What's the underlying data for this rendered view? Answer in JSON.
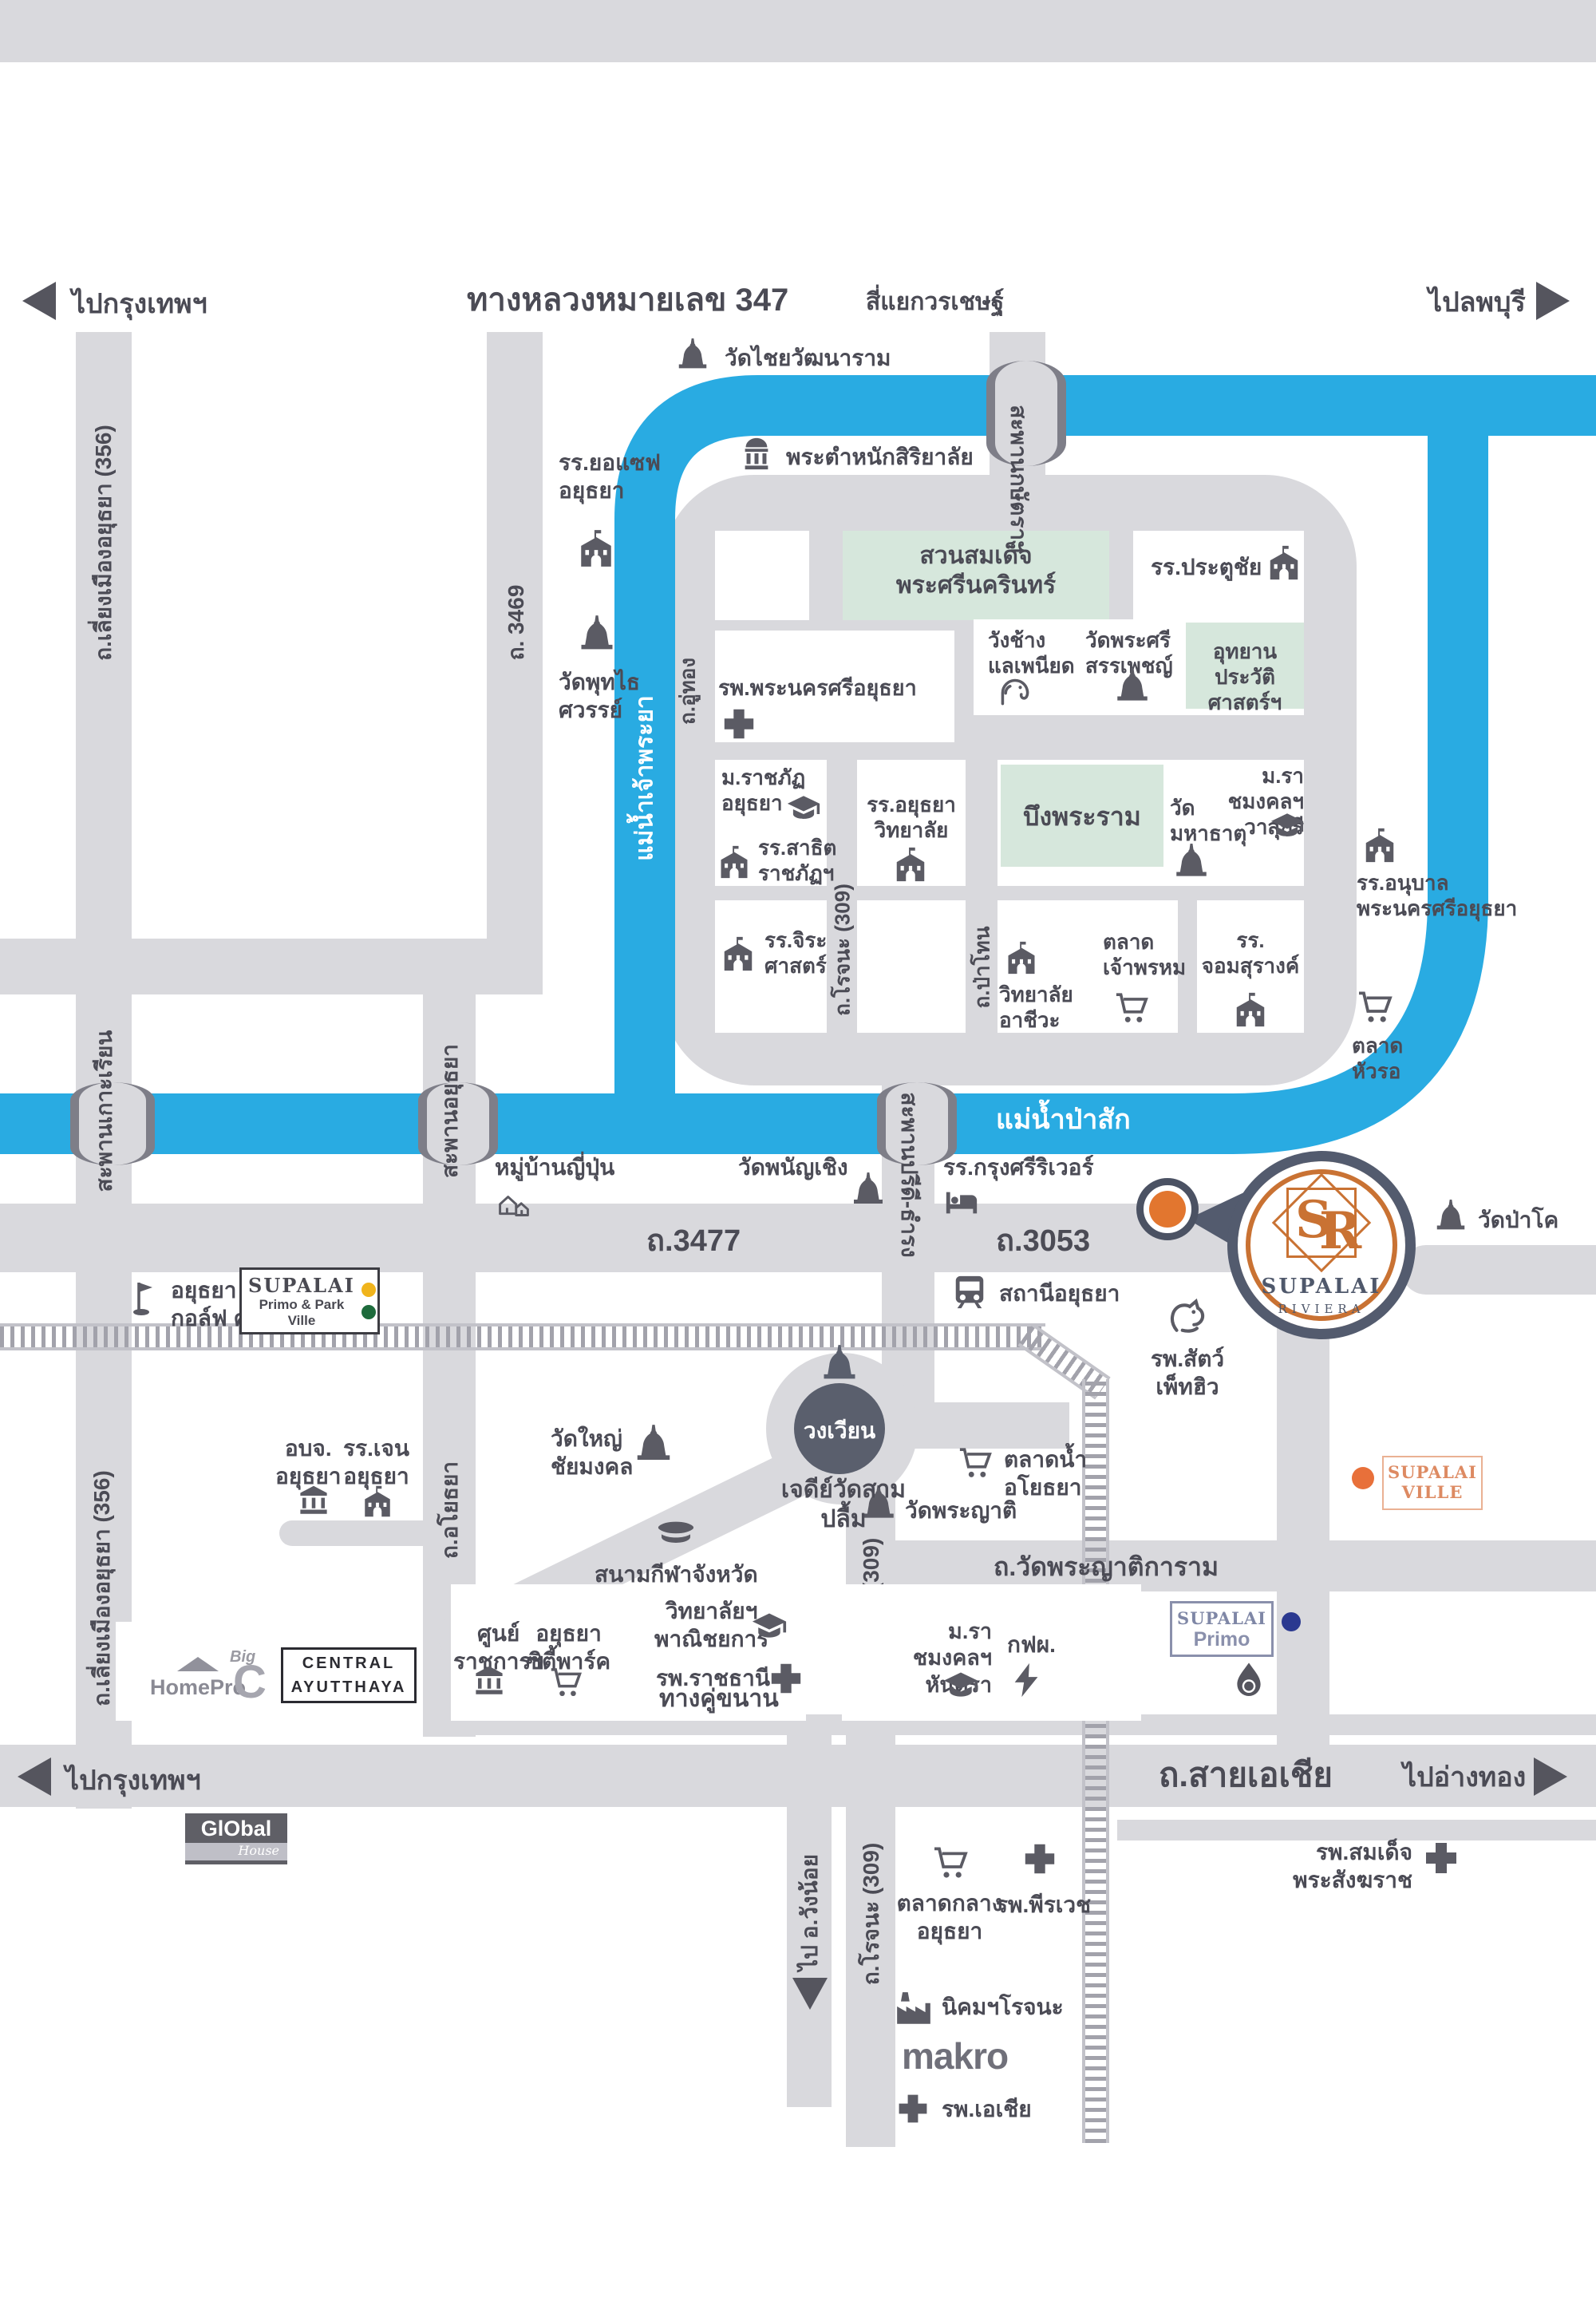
{
  "colors": {
    "road": "#d9d9dd",
    "road_dark": "#7e7e88",
    "river": "#29abe2",
    "park_green": "#d6e7dc",
    "text": "#4b4b55",
    "icon": "#5b5b64",
    "brand_orange": "#c97233",
    "marker_orange": "#e2762f",
    "pin_navy": "#535b6e",
    "primo_blue": "#2b3990",
    "ppv_yellow": "#f0b41c",
    "ppv_green": "#1e6b3c",
    "ville_orange": "#de8a62"
  },
  "highway_top": {
    "to_bangkok": "ไปกรุงเทพฯ",
    "name": "ทางหลวงหมายเลข 347",
    "junction": "สี่แยกวรเชษฐ์",
    "to_lopburi": "ไปลพบุรี"
  },
  "roads": {
    "bypass356": "ถ.เลี่ยงเมืองอยุธยา (356)",
    "r3469": "ถ. 3469",
    "uthong": "ถ.อู่ทอง",
    "rojana309": "ถ.โรจนะ (309)",
    "patone": "ถ.ป่าโทน",
    "r3477": "ถ.3477",
    "r3053": "ถ.3053",
    "watphrayat_rd": "ถ.วัดพระญาติการาม",
    "ayothaya": "ถ.อโยธยา",
    "asia": "ถ.สายเอเชีย",
    "parallel": "ทางคู่ขนาน",
    "to_bangkok": "ไปกรุงเทพฯ",
    "to_angthong": "ไปอ่างทอง",
    "to_wangnoi": "ไป อ.วังน้อย"
  },
  "bridges": {
    "kasattra": "สะพานกษัตราฯ",
    "kohrian": "สะพานเกาะเรียน",
    "ayutthaya": "สะพานอยุธยา",
    "pridi": "สะพานปรีดี-ธำรง"
  },
  "rivers": {
    "chaophraya": "แม่น้ำเจ้าพระยา",
    "pasak": "แม่น้ำป่าสัก"
  },
  "north": {
    "watchai": "วัดไชยวัฒนาราม",
    "siriyalai": "พระตำหนักสิริยาลัย",
    "yosef": "รร.ยอแซฟ\nอยุธยา",
    "watputhai": "วัดพุทไธ\nศวรรย์"
  },
  "island": {
    "park": "สวนสมเด็จ\nพระศรีนครินทร์",
    "pratuchai": "รร.ประตูชัย",
    "hospital": "รพ.พระนครศรีอยุธยา",
    "wangchang": "วังช้าง\nแลเพนียด",
    "watphrasri": "วัดพระศรี\nสรรเพชญ์",
    "histpark": "อุทยาน\nประวัติศาสตร์ฯ",
    "rajabhat": "ม.ราชภัฏ\nอยุธยา",
    "satit": "รร.สาธิต\nราชภัฏฯ",
    "ayw": "รร.อยุธยา\nวิทยาลัย",
    "bueng": "บึงพระราม",
    "mahathat": "วัด\nมหาธาตุ",
    "rmut_wasukri": "ม.ราชมงคลฯ\nวาสุกรี",
    "jirasart": "รร.จิระ\nศาสตร์",
    "archiwa": "วิทยาลัย\nอาชีวะ",
    "chaophrom": "ตลาด\nเจ้าพรหม",
    "chomsurang": "รร.\nจอมสุรางค์",
    "anuban": "รร.อนุบาล\nพระนครศรีอยุธยา",
    "huaro": "ตลาด\nหัวรอ"
  },
  "south": {
    "japanese": "หมู่บ้านญี่ปุ่น",
    "watphanan": "วัดพนัญเชิง",
    "krungsri": "รร.กรุงศรีริเวอร์",
    "watpako": "วัดป่าโค",
    "station": "สถานีอยุธยา",
    "pethew": "รพ.สัตว์\nเพ็ทฮิว",
    "floating": "ตลาดน้ำ\nอโยธยา",
    "watphrayat": "วัดพระญาติ",
    "roundabout": "วงเวียน",
    "roundabout2": "เจดีย์วัดสามปลื้ม",
    "watyai": "วัดใหญ่\nชัยมงคล",
    "stadium": "สนามกีฬาจังหวัด",
    "provincial": "อบจ.\nอยุธยา",
    "jen": "รร.เจน\nอยุธยา",
    "golf": "อยุธยา\nกอล์ฟ คลับ",
    "commercial": "วิทยาลัยฯ\nพาณิชยการ",
    "ratchathani": "รพ.ราชธานี",
    "govt": "ศูนย์\nราชการฯ",
    "citypark": "อยุธยา\nซิตี้พาร์ค",
    "rmut_hantra": "ม.ราชมงคลฯ\nหันตรา",
    "egat": "กฟผ.",
    "somdet": "รพ.สมเด็จ\nพระสังฆราช",
    "market": "ตลาดกลาง\nอยุธยา",
    "peerawech": "รพ.พีรเวช",
    "rojana_estate": "นิคมฯโรจนะ",
    "asia_hosp": "รพ.เอเชีย"
  },
  "brands": {
    "homepro": "HomePro",
    "bigc_big": "Big",
    "bigc_c": "C",
    "central": "CENTRAL\nAYUTTHAYA",
    "global1": "GlObal",
    "global2": "House",
    "makro": "makro"
  },
  "project": {
    "monogram_s": "S",
    "monogram_r": "R",
    "name": "SUPALAI",
    "riviera": "RIVIERA",
    "ville": "SUPALAI\nVILLE",
    "primo": "Primo",
    "ppv": "Primo & Park Ville"
  },
  "icons": [
    "stupa-icon",
    "school-icon",
    "bank-icon",
    "shrine-icon",
    "hospital-cross-icon",
    "cart-icon",
    "grad-cap-icon",
    "train-icon",
    "bed-icon",
    "elephant-icon",
    "house-icon",
    "golf-flag-icon",
    "factory-icon",
    "stadium-icon",
    "lightning-icon",
    "oil-drop-icon",
    "dog-icon",
    "arrow-left-icon",
    "arrow-right-icon",
    "arrow-down-icon"
  ]
}
